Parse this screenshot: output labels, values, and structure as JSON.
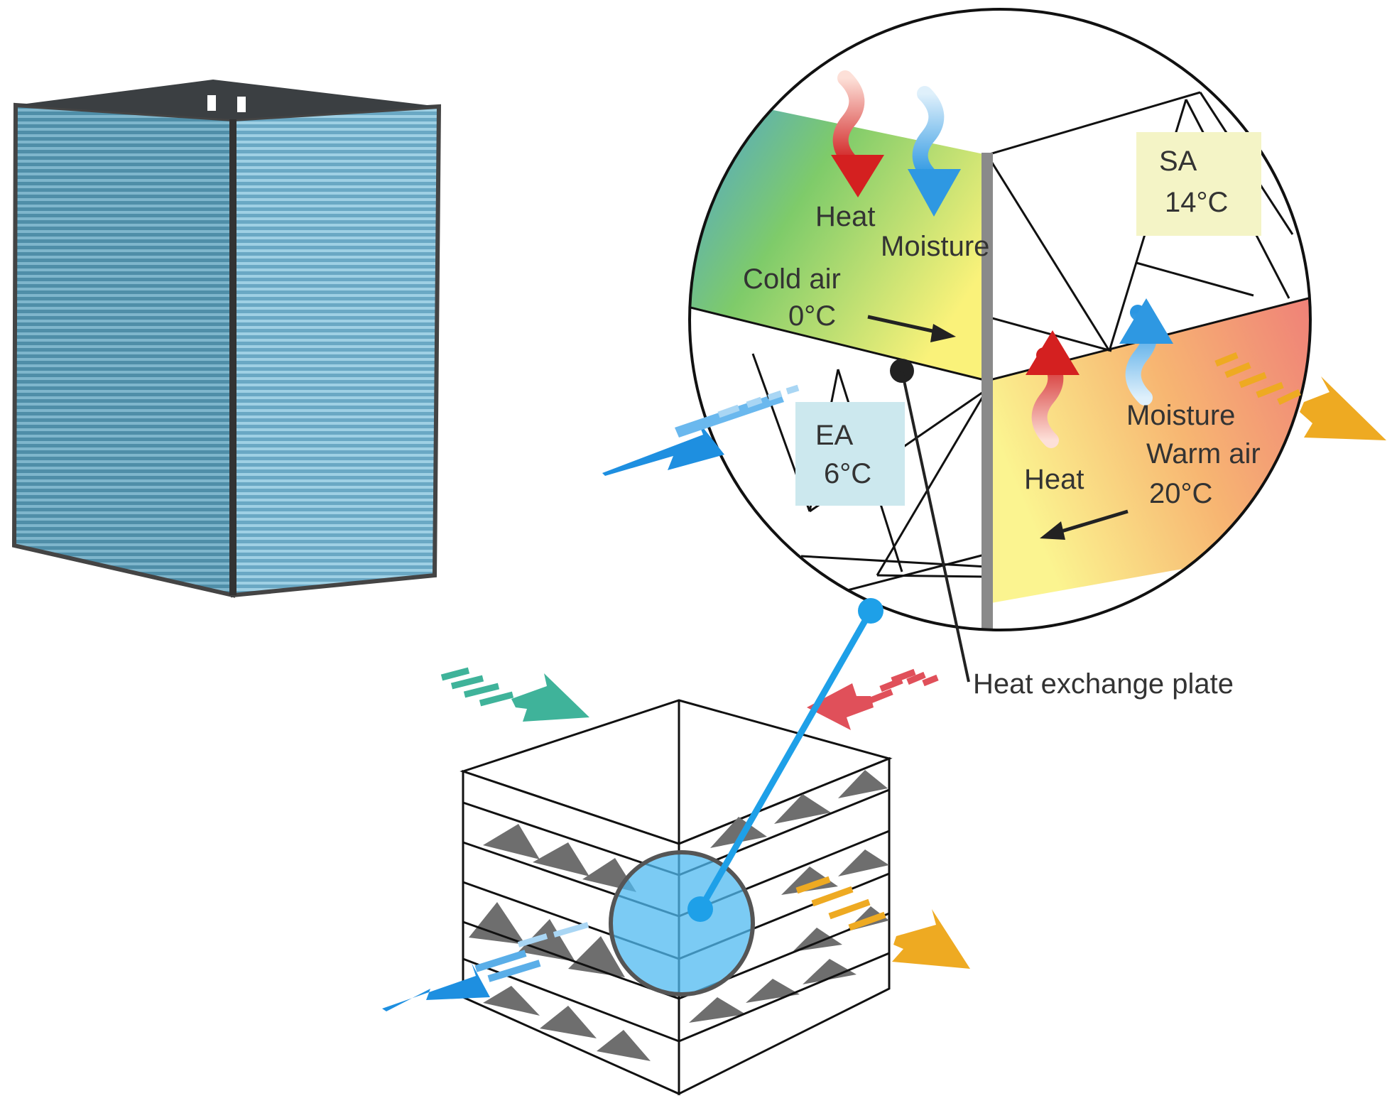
{
  "labels": {
    "heat_top": "Heat",
    "moisture_top": "Moisture",
    "cold_air": "Cold air",
    "cold_temp": "0°C",
    "sa": "SA",
    "sa_temp": "14°C",
    "ea": "EA",
    "ea_temp": "6°C",
    "moisture_bottom": "Moisture",
    "warm_air": "Warm air",
    "warm_temp": "20°C",
    "heat_bottom": "Heat",
    "plate": "Heat exchange plate"
  },
  "colors": {
    "supply_air": "#f5d27a",
    "exhaust_air": "#1e8fe0",
    "outdoor_air": "#3fb39a",
    "return_air": "#e0505a",
    "warm_arrow": "#eeaa22",
    "zoom_blue": "#1ea0e8",
    "label_box_yellow": "#f4f4c6",
    "label_box_blue": "#cce8ee"
  }
}
